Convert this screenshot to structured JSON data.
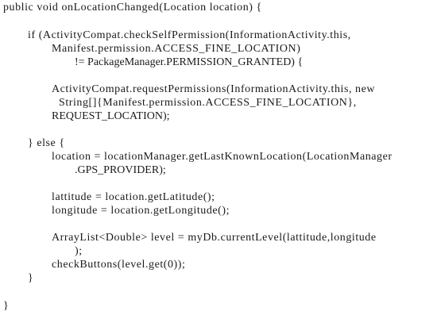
{
  "code": {
    "lines": [
      "public void onLocationChanged(Location location) {",
      "if (ActivityCompat.checkSelfPermission(InformationActivity.this,",
      "Manifest.permission.ACCESS_FINE_LOCATION)",
      "!= PackageManager.PERMISSION_GRANTED) {",
      "ActivityCompat.requestPermissions(InformationActivity.this, new",
      "String[]{Manifest.permission.ACCESS_FINE_LOCATION},",
      "REQUEST_LOCATION);",
      "} else {",
      "location = locationManager.getLastKnownLocation(LocationManager",
      ".GPS_PROVIDER);",
      "lattitude = location.getLatitude();",
      "longitude = location.getLongitude();",
      "ArrayList<Double> level = myDb.currentLevel(lattitude,longitude",
      ");",
      "checkButtons(level.get(0));",
      "}",
      "}"
    ]
  }
}
